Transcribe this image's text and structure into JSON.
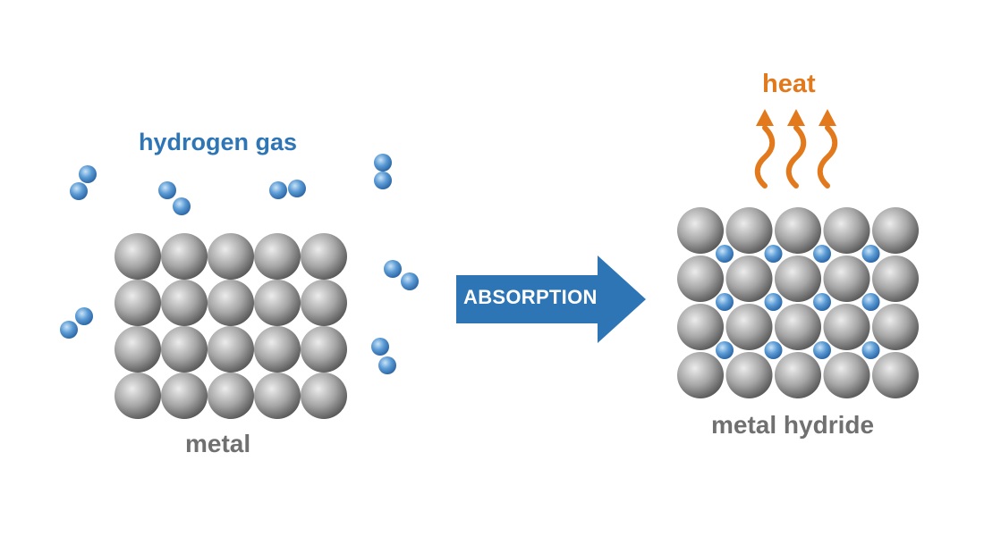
{
  "labels": {
    "hydrogen_gas": "hydrogen gas",
    "metal": "metal",
    "metal_hydride": "metal hydride",
    "heat": "heat",
    "absorption": "ABSORPTION"
  },
  "colors": {
    "metal_atom_light": "#e6e6e6",
    "metal_atom_dark": "#5a5a5a",
    "hydrogen_light": "#bcdcf4",
    "hydrogen_dark": "#2f6fb0",
    "hydrogen_label": "#2e75b6",
    "arrow_blue": "#2e75b6",
    "heat_orange": "#e27a1d",
    "metal_label": "#707070"
  }
}
